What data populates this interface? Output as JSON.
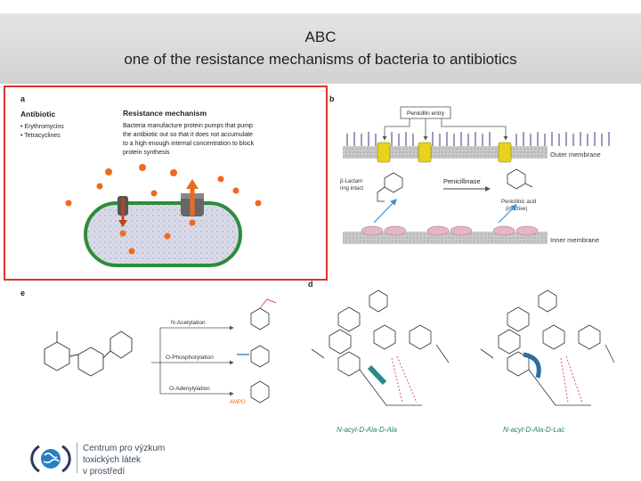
{
  "slide": {
    "title_line1": "ABC",
    "title_line2": "one of the resistance mechanisms of bacteria to antibiotics"
  },
  "figure": {
    "panel_a": {
      "letter": "a",
      "antibiotic_heading": "Antibiotic",
      "antibiotics": [
        "• Erythromycins",
        "• Tetracyclines"
      ],
      "mechanism_heading": "Resistance mechanism",
      "mechanism_text": [
        "Bacteria manufacture protein pumps that pump",
        "the antibiotic out so that it does not accumulate",
        "to a high enough internal concentration to block",
        "protein synthesis"
      ]
    },
    "panel_b": {
      "letter": "b",
      "penicillin_entry": "Penicillin entry",
      "outer_membrane": "Outer membrane",
      "inner_membrane": "Inner membrane",
      "penicillinase": "Penicillinase",
      "beta_lactam_1": "β-Lactam",
      "beta_lactam_2": "ring intact",
      "penicilloic_1": "Penicilloic acid",
      "penicilloic_2": "(inactive)"
    },
    "panel_e": {
      "letter": "e",
      "n_acetylation": "N-Acetylation",
      "o_phosphorylation": "O-Phosphorylation",
      "o_adenylylation": "O-Adenylylation",
      "ampo": "AMPO"
    },
    "panel_d": {
      "letter": "d",
      "label_left": "N-acyl-D-Ala-D-Ala",
      "label_right": "N-acyl-D-Ala-D-Lac"
    }
  },
  "logo": {
    "line1": "Centrum pro výzkum",
    "line2": "toxických látek",
    "line3": "v prostředí"
  },
  "colors": {
    "highlight_border": "#e0312f",
    "header_bg": "#d9d9d9",
    "membrane_green": "#2e8b3a",
    "antibiotic_orange": "#f06a1c",
    "pink_bond": "#d94aa0",
    "teal_arrow": "#2a8a8a"
  }
}
